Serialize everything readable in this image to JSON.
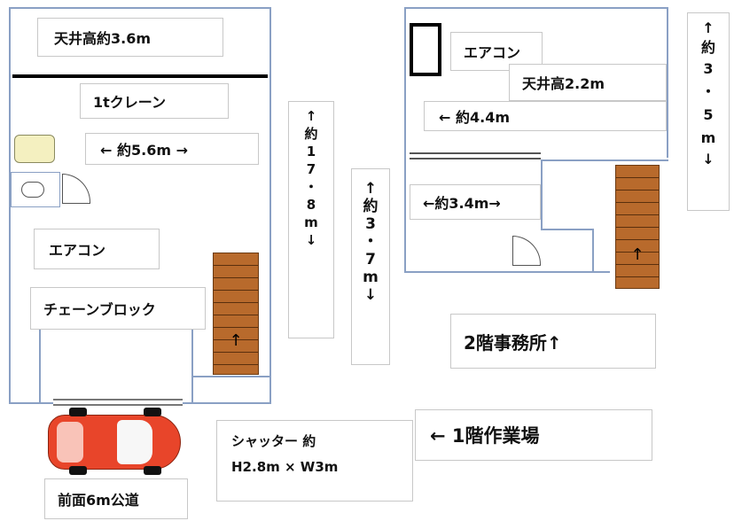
{
  "floor1": {
    "ceiling_height": "天井高約3.6m",
    "crane": "1tクレーン",
    "width": "←  約5.6m  →",
    "aircon": "エアコン",
    "chain_block": "チェーンブロック",
    "length_vertical": [
      "↑",
      "約",
      "1",
      "7",
      "・",
      "8",
      "m",
      "↓"
    ]
  },
  "floor2": {
    "aircon": "エアコン",
    "ceiling_height": "天井高2.2m",
    "width_office": "←  約4.4m",
    "width_small": "←約3.4m→",
    "depth_right": [
      "↑",
      "約",
      "3",
      "・",
      "5",
      "m",
      "↓"
    ]
  },
  "middle_depth": [
    "↑",
    "約",
    "3",
    "・",
    "7",
    "m",
    "↓"
  ],
  "labels": {
    "office": "2階事務所↑",
    "workshop": "←  1階作業場",
    "shutter_line1": "シャッター  約",
    "shutter_line2": "H2.8m × W3m",
    "road": "前面6m公道"
  },
  "colors": {
    "wall": "#8aa0c4",
    "stairs": "#b86a2c",
    "car": "#e8452a"
  }
}
